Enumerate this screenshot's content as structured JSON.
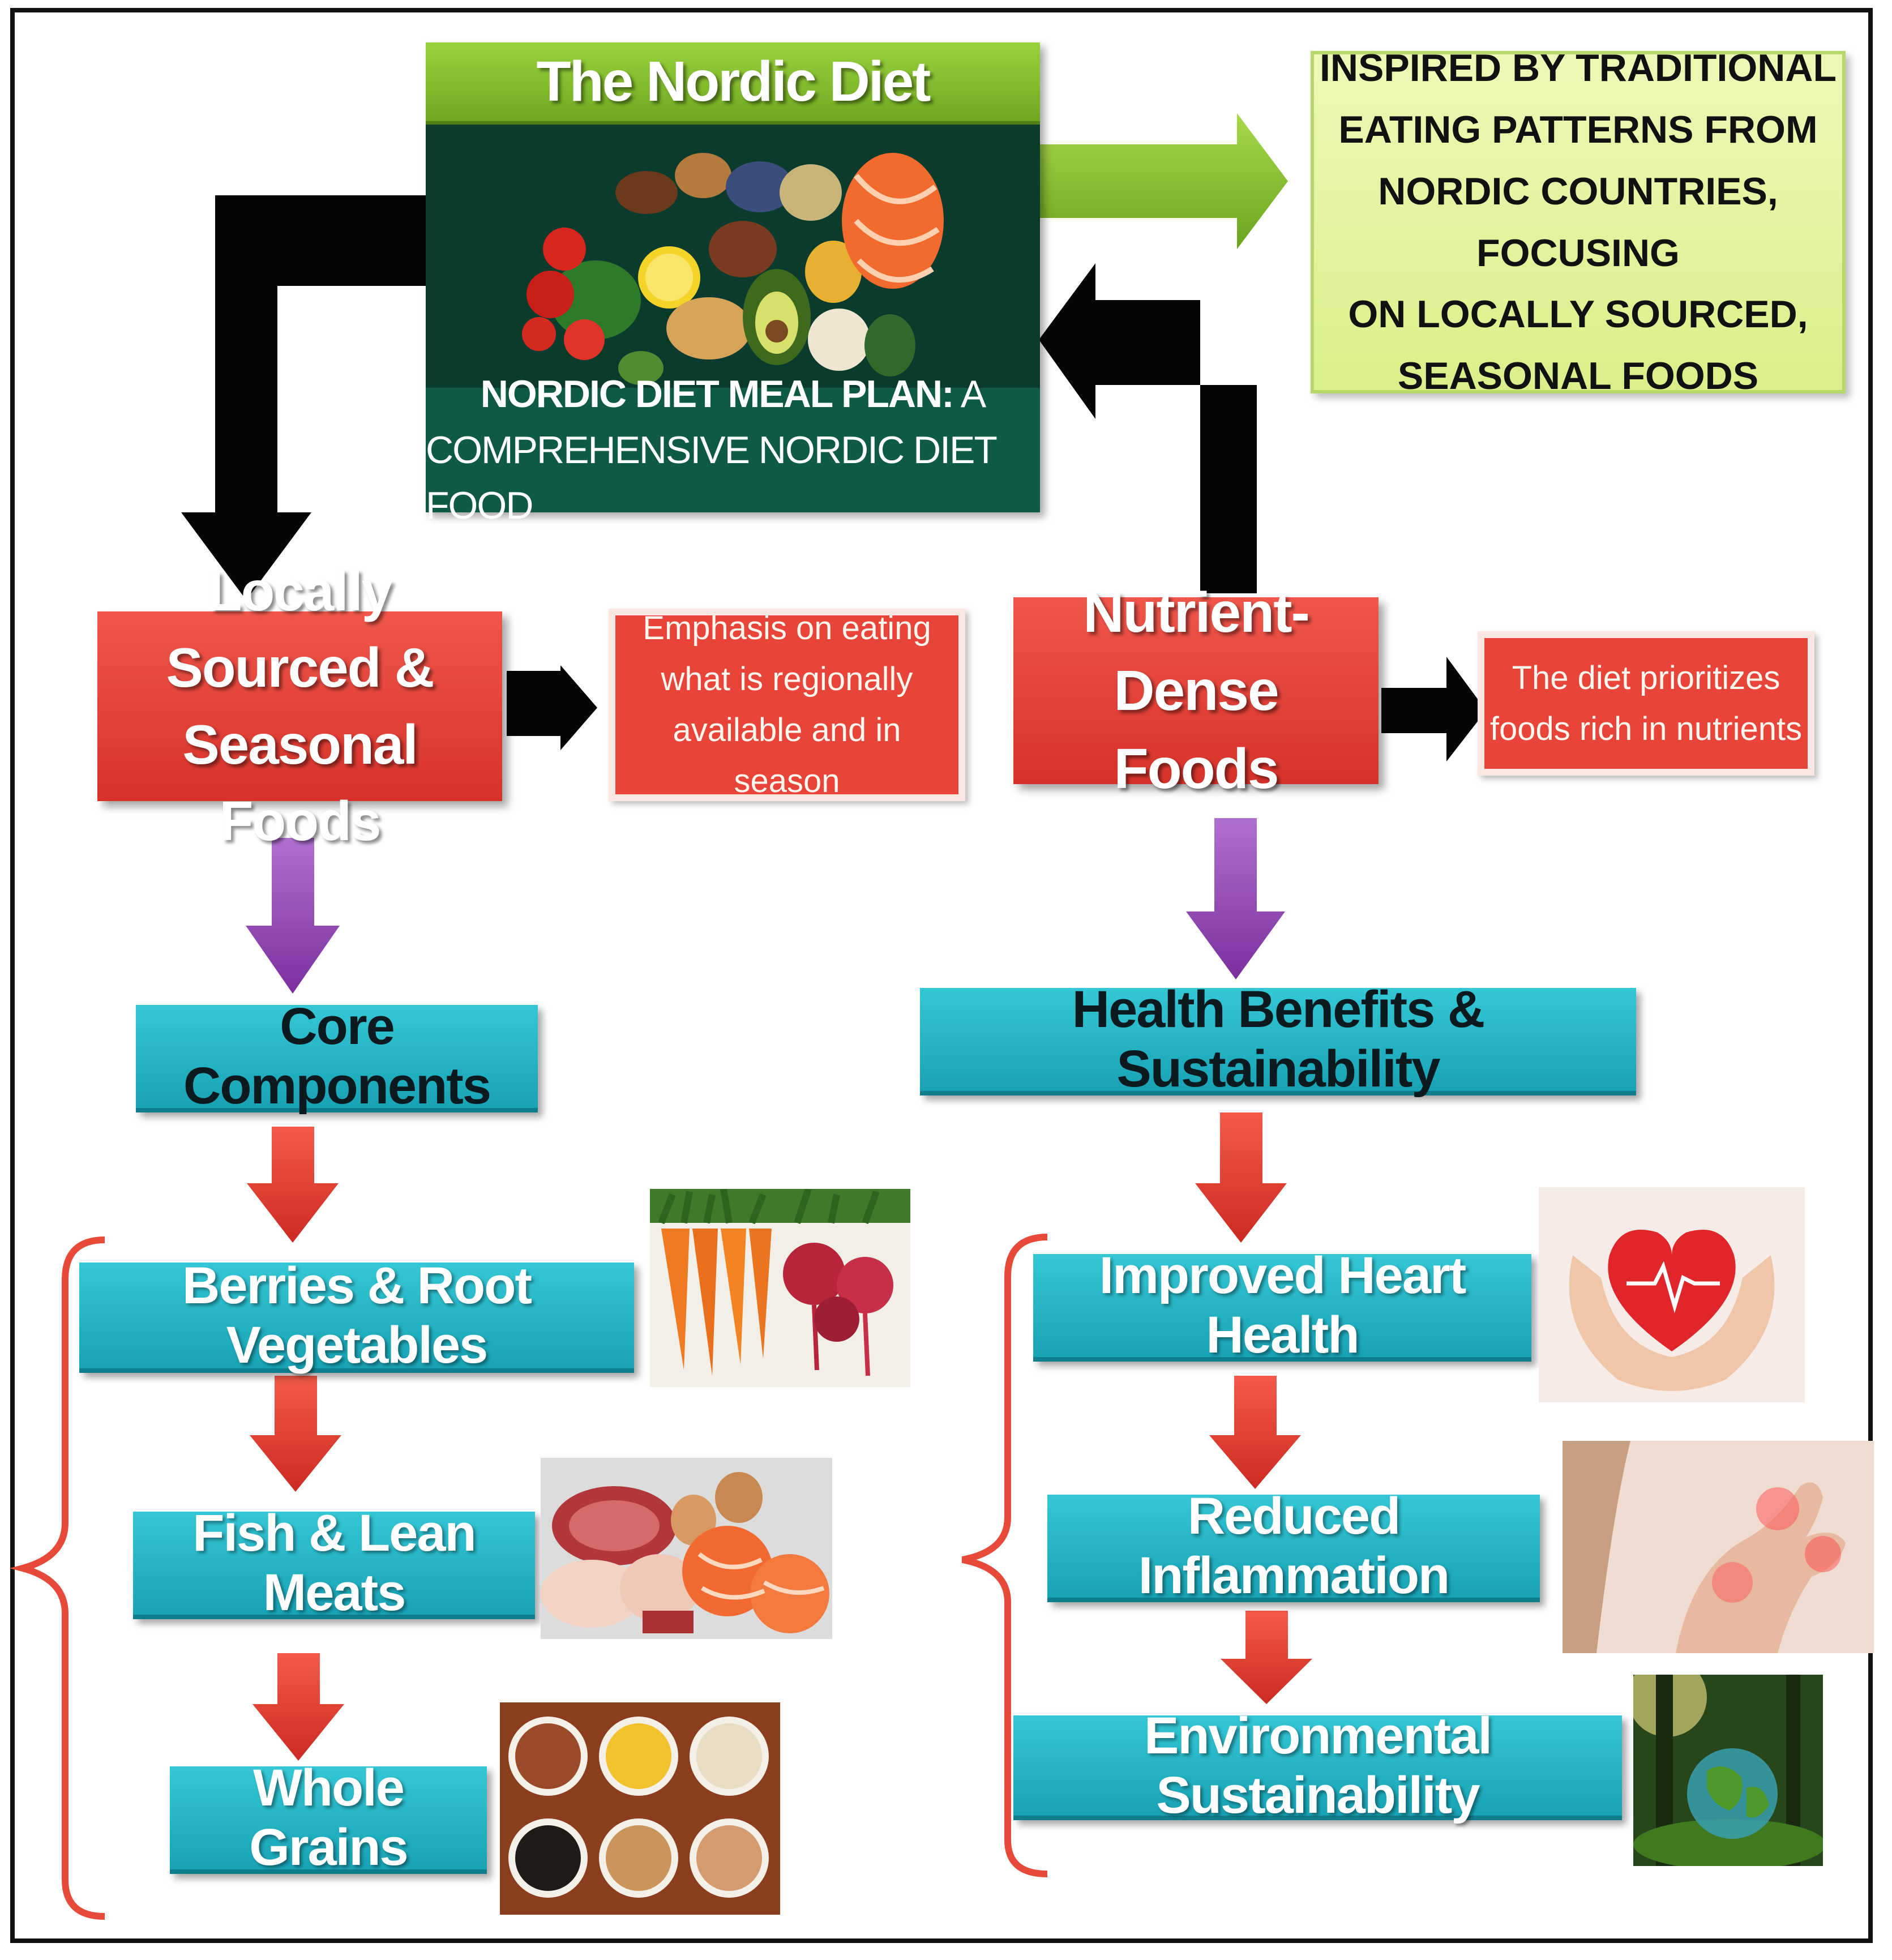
{
  "header": {
    "title": "The Nordic Diet",
    "caption_bold": "NORDIC DIET MEAL PLAN:",
    "caption_tail": " A",
    "caption_line2": "COMPREHENSIVE NORDIC DIET FOOD"
  },
  "description": "INSPIRED BY TRADITIONAL\nEATING PATTERNS FROM\nNORDIC COUNTRIES, FOCUSING\nON LOCALLY SOURCED,\nSEASONAL FOODS",
  "left": {
    "title": "Locally Sourced & Seasonal Foods",
    "note": "Emphasis on eating\nwhat is regionally\navailable and in season",
    "section": "Core Components",
    "items": [
      "Berries & Root Vegetables",
      "Fish & Lean Meats",
      "Whole Grains"
    ]
  },
  "right": {
    "title": "Nutrient-Dense Foods",
    "note": "The diet prioritizes\nfoods rich in nutrients",
    "section": "Health Benefits & Sustainability",
    "items": [
      "Improved Heart Health",
      "Reduced Inflammation",
      "Environmental Sustainability"
    ]
  },
  "colors": {
    "red": "#e0403a",
    "teal": "#22b4c5",
    "green": "#8cc43c",
    "purple": "#8e44ad",
    "dark_green": "#0b3b2c"
  }
}
